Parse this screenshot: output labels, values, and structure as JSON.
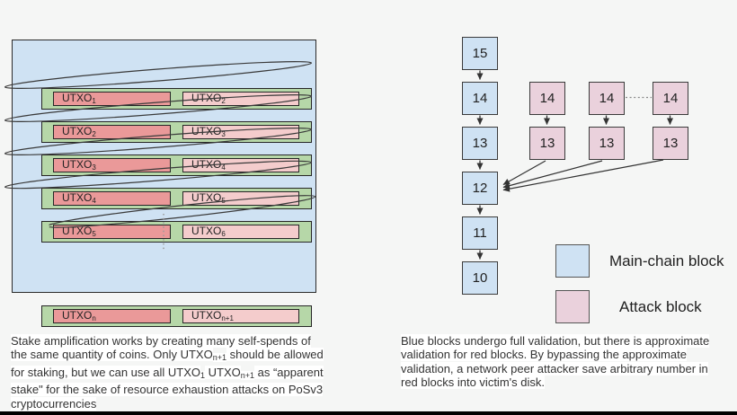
{
  "left_diagram": {
    "rows": [
      {
        "input": {
          "base": "UTXO",
          "sub": "1"
        },
        "output": {
          "base": "UTXO",
          "sub": "2"
        }
      },
      {
        "input": {
          "base": "UTXO",
          "sub": "2"
        },
        "output": {
          "base": "UTXO",
          "sub": "3"
        }
      },
      {
        "input": {
          "base": "UTXO",
          "sub": "3"
        },
        "output": {
          "base": "UTXO",
          "sub": "4"
        }
      },
      {
        "input": {
          "base": "UTXO",
          "sub": "4"
        },
        "output": {
          "base": "UTXO",
          "sub": "5"
        }
      },
      {
        "input": {
          "base": "UTXO",
          "sub": "5"
        },
        "output": {
          "base": "UTXO",
          "sub": "6"
        }
      },
      {
        "input": {
          "base": "UTXO",
          "sub": "n"
        },
        "output": {
          "base": "UTXO",
          "sub": "n+1"
        }
      }
    ],
    "caption": {
      "seg1": "Stake amplification works by creating many self-spends of the same quantity of coins. Only UTXO",
      "sub1": "n+1",
      "seg2": " should be allowed for staking, but we can use all UTXO",
      "sub2": "1",
      "seg3": " UTXO",
      "sub3": "n+1",
      "seg4": " as “apparent stake\" for the sake of resource exhaustion attacks on PoSv3 cryptocurrencies"
    }
  },
  "right_diagram": {
    "main_chain_blocks": [
      "15",
      "14",
      "13",
      "12",
      "11",
      "10"
    ],
    "attack_columns": [
      [
        "14",
        "13"
      ],
      [
        "14",
        "13"
      ],
      [
        "14",
        "13"
      ]
    ],
    "legend": [
      {
        "label": "Main-chain block",
        "color": "#cfe2f3"
      },
      {
        "label": "Attack block",
        "color": "#ead1dc"
      }
    ],
    "caption": "Blue blocks undergo full validation, but there is approximate validation for red blocks. By bypassing the approximate validation, a network peer attacker save arbitrary number in red blocks into victim's disk."
  },
  "colors": {
    "container_blue": "#cfe2f3",
    "row_green": "#b6d7a8",
    "utxo_input_red": "#ea9999",
    "utxo_output_pink": "#f4cccc",
    "main_chain_blue": "#cfe2f3",
    "attack_pink": "#ead1dc",
    "line": "#333333",
    "page_background": "#f5f6f5"
  }
}
